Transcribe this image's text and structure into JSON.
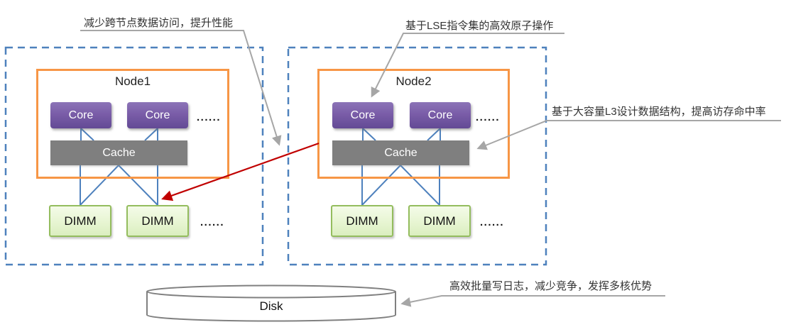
{
  "nodes": [
    {
      "title": "Node1",
      "cores": [
        "Core",
        "Core"
      ],
      "cores_ellipsis": "......",
      "cache": "Cache",
      "dimms": [
        "DIMM",
        "DIMM"
      ],
      "dimms_ellipsis": "......"
    },
    {
      "title": "Node2",
      "cores": [
        "Core",
        "Core"
      ],
      "cores_ellipsis": "......",
      "cache": "Cache",
      "dimms": [
        "DIMM",
        "DIMM"
      ],
      "dimms_ellipsis": "......"
    }
  ],
  "disk": {
    "label": "Disk"
  },
  "annotations": [
    {
      "text": "减少跨节点数据访问，提升性能"
    },
    {
      "text": "基于LSE指令集的高效原子操作"
    },
    {
      "text": "基于大容量L3设计数据结构，提高访存命中率"
    },
    {
      "text": "高效批量写日志，减少竞争，发挥多核优势"
    }
  ],
  "colors": {
    "node_boundary_dashed": "#4E81BD",
    "node_border": "#F79646",
    "core_fill": "#7A5DA8",
    "cache_fill": "#7F7F7F",
    "dimm_fill": "#EAF6DC",
    "dimm_border": "#94BD5E",
    "connector_line": "#4E81BD",
    "cross_node_arrow": "#C00000",
    "annotation_line": "#A6A6A6",
    "disk_outline": "#808080"
  }
}
